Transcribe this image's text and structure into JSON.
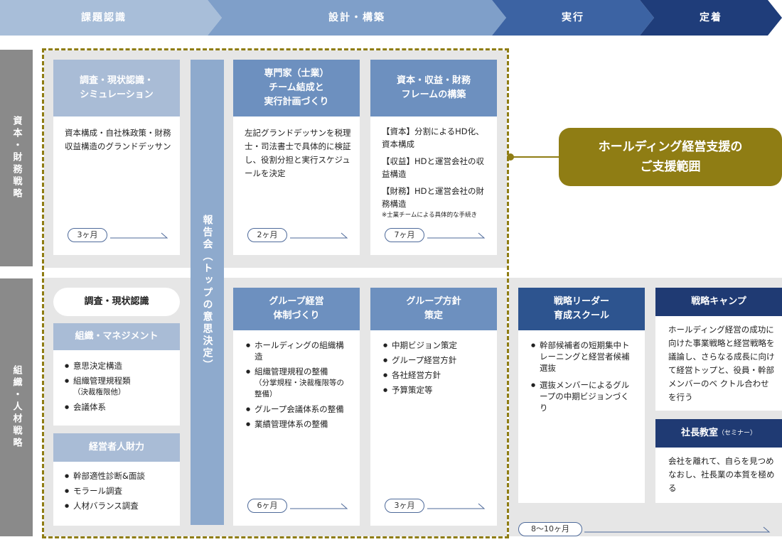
{
  "phases": [
    {
      "label": "課題認識",
      "color": "#a8bed9"
    },
    {
      "label": "設計・構築",
      "color": "#7f9fc9"
    },
    {
      "label": "実行",
      "color": "#3c63a3"
    },
    {
      "label": "定着",
      "color": "#1f3d7a"
    }
  ],
  "side_labels": {
    "capital": "資本・財務戦略",
    "org": "組織・人材戦略"
  },
  "report": "報告会（トップの意思決定）",
  "scope": {
    "line1": "ホールディング経営支援の",
    "line2": "ご支援範囲"
  },
  "capital_cards": {
    "research": {
      "head_line1": "調査・現状認識・",
      "head_line2": "シミュレーション",
      "body": "資本構成・自社株政策・財務収益構造のグランドデッサン",
      "duration": "3ヶ月"
    },
    "expert": {
      "head_line1": "専門家（士業）",
      "head_line2": "チーム結成と",
      "head_line3": "実行計画づくり",
      "body": "左記グランドデッサンを税理士・司法書士で具体的に検証し、役割分担と実行スケジュールを決定",
      "duration": "2ヶ月"
    },
    "framework": {
      "head_line1": "資本・収益・財務",
      "head_line2": "フレームの構築",
      "items": [
        "【資本】分割によるHD化、資本構成",
        "【収益】HDと運営会社の収益構造",
        "【財務】HDと運営会社の財務構造"
      ],
      "note": "※士業チームによる具体的な手続き",
      "duration": "7ヶ月"
    }
  },
  "org_cards": {
    "research_pill": "調査・現状認識",
    "management": {
      "head": "組織・マネジメント",
      "items": [
        "意思決定構造",
        "組織管理規程類",
        "会議体系"
      ],
      "sub": "（決裁権限他）"
    },
    "talent": {
      "head": "経営者人財力",
      "items": [
        "幹部適性診断&面談",
        "モラール調査",
        "人材バランス調査"
      ]
    },
    "group_structure": {
      "head_line1": "グループ経営",
      "head_line2": "体制づくり",
      "items": [
        "ホールディングの組織構造",
        "組織管理規程の整備",
        "グループ会議体系の整備",
        "業績管理体系の整備"
      ],
      "sub": "（分掌規程・決裁権限等の整備）",
      "duration": "6ヶ月"
    },
    "group_policy": {
      "head_line1": "グループ方針",
      "head_line2": "策定",
      "items": [
        "中期ビジョン策定",
        "グループ経営方針",
        "各社経営方針",
        "予算策定等"
      ],
      "duration": "3ヶ月"
    },
    "leader_school": {
      "head_line1": "戦略リーダー",
      "head_line2": "育成スクール",
      "items": [
        "幹部候補者の短期集中トレーニングと経営者候補選抜",
        "選抜メンバーによるグループの中期ビジョンづくり"
      ]
    },
    "camp": {
      "head": "戦略キャンプ",
      "body": "ホールディング経営の成功に向けた事業戦略と経営戦略を議論し、さらなる成長に向けて経営トップと、役員・幹部メンバーのベ クトル合わせを行う"
    },
    "president": {
      "head": "社長教室",
      "head_small": "（セミナー）",
      "body": "会社を離れて、自らを見つめなおし、社長業の本質を極める"
    },
    "duration": "8〜10ヶ月"
  }
}
